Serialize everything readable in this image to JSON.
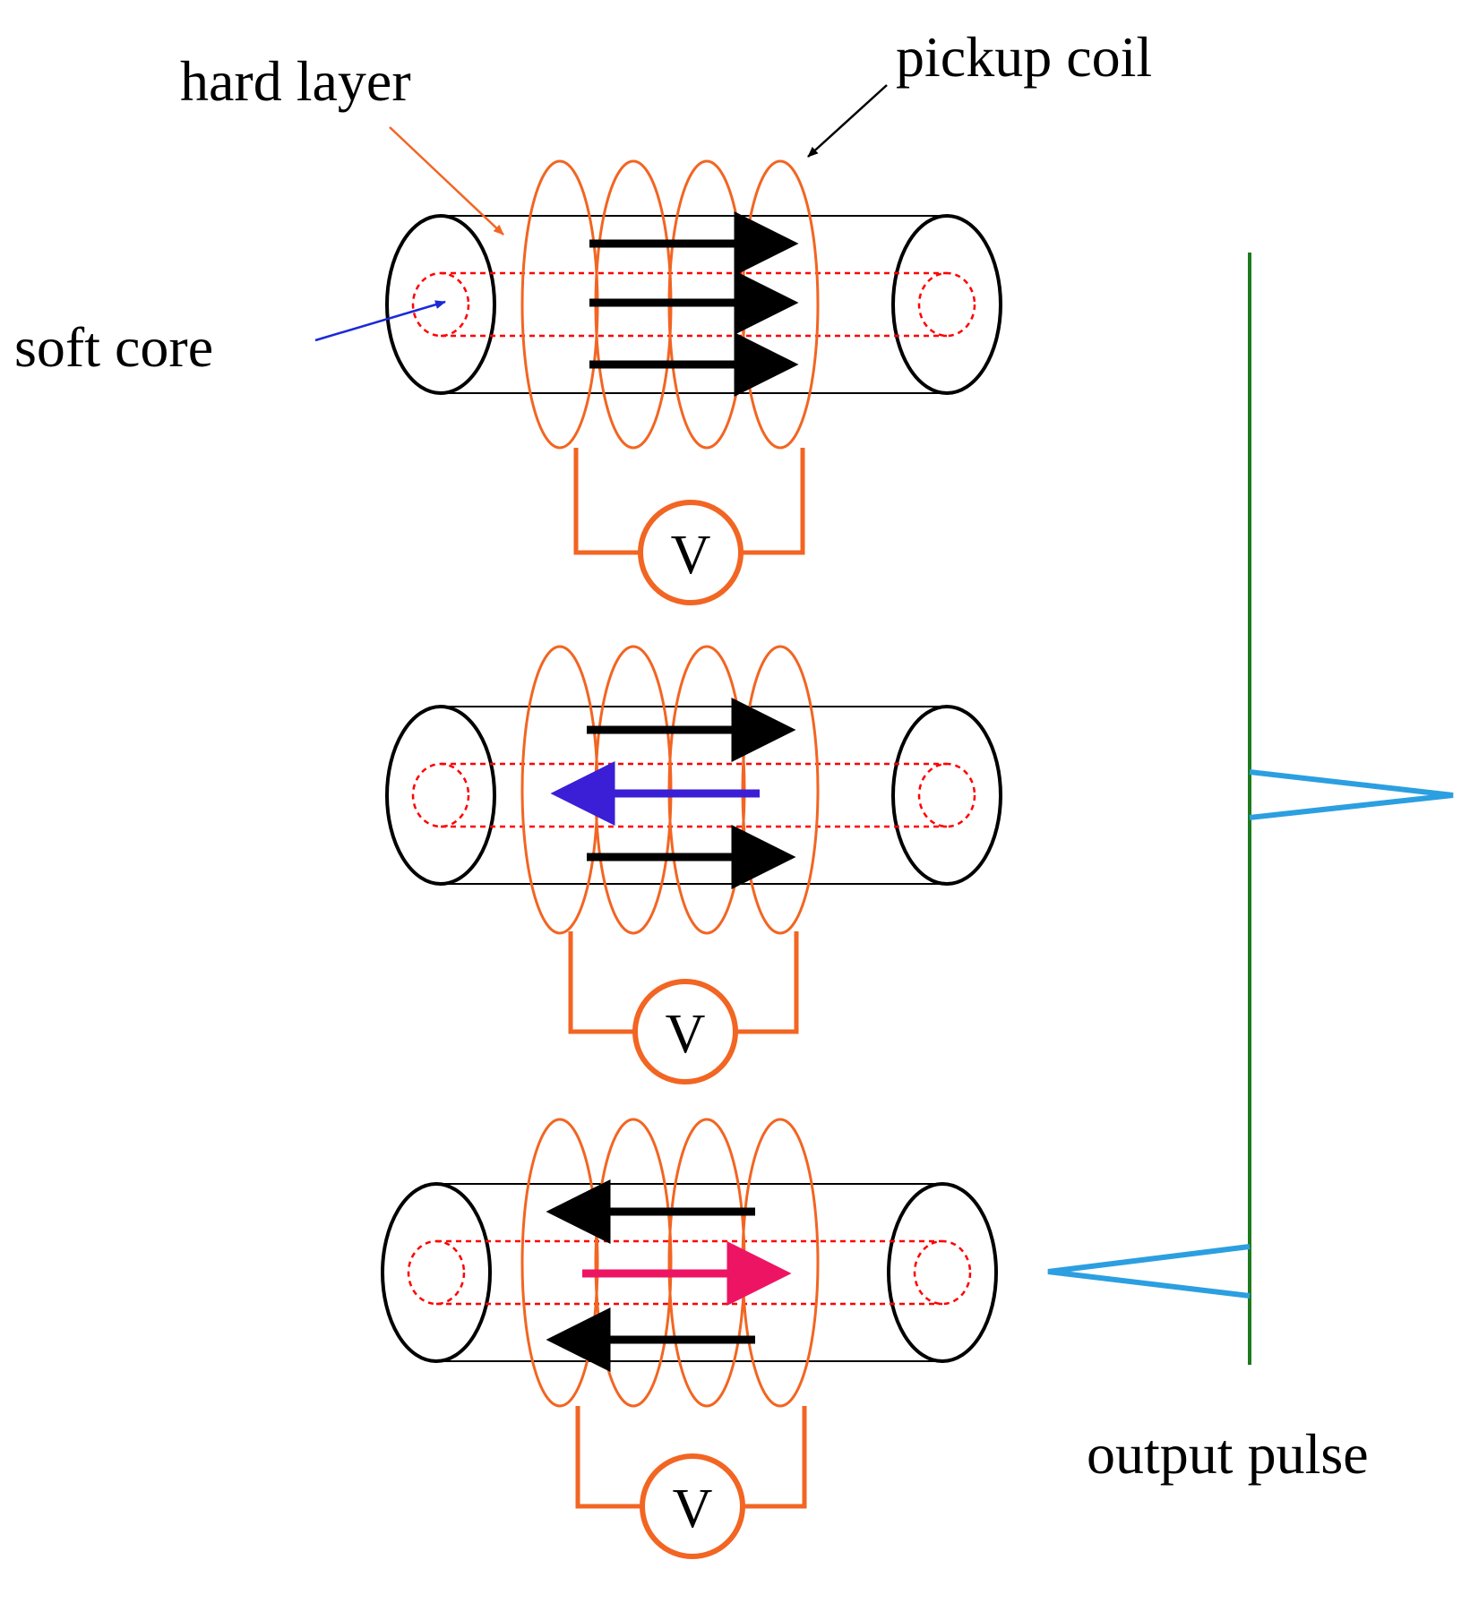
{
  "labels": {
    "hard_layer": "hard layer",
    "pickup_coil": "pickup coil",
    "soft_core": "soft core",
    "output_pulse": "output pulse"
  },
  "voltmeter_label": "V",
  "colors": {
    "coil": "#f26522",
    "hard_layer_outline": "#000000",
    "soft_core_outline": "#ff0000",
    "hard_layer_arrow": "#000000",
    "soft_core_arrow_stage2": "#3b1fd6",
    "soft_core_arrow_stage3": "#ee1464",
    "soft_core_pointer": "#1a2ad8",
    "hard_layer_pointer": "#f26522",
    "pickup_coil_pointer": "#000000",
    "pulse_axis": "#1e7b1e",
    "pulse": "#2b9fe0"
  },
  "stages": [
    {
      "hard_layer_direction": "right",
      "soft_core_direction": "right"
    },
    {
      "hard_layer_direction": "right",
      "soft_core_direction": "left"
    },
    {
      "hard_layer_direction": "left",
      "soft_core_direction": "right"
    }
  ],
  "pulses": [
    {
      "stage": 2,
      "direction": "right"
    },
    {
      "stage": 3,
      "direction": "left"
    }
  ]
}
